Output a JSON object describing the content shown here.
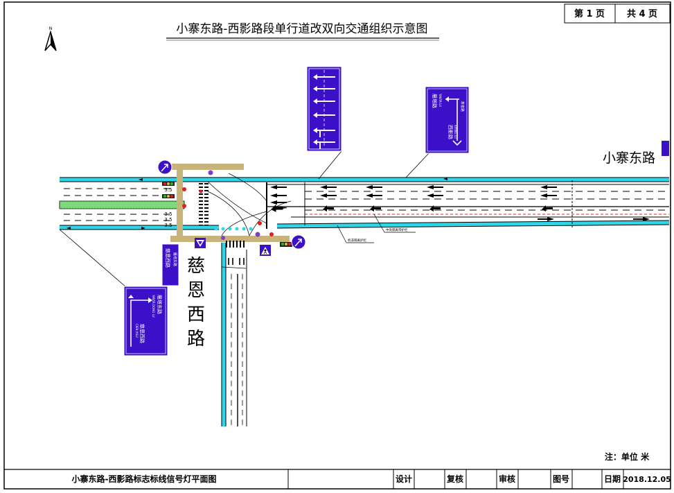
{
  "header": {
    "title": "小寨东路-西影路段单行道改双向交通组织示意图",
    "page_label": "第 1 页",
    "total_label": "共 4 页",
    "north": "N"
  },
  "roads": {
    "main_road": "小寨东路",
    "side_road_chars": [
      "慈",
      "恩",
      "西",
      "路"
    ]
  },
  "lanes": {
    "width_labels": [
      "3.5",
      "3.5",
      "3.5",
      "3.5"
    ]
  },
  "annotations": {
    "median_guardrail": "中央隔离带护栏",
    "nonmotor_guardrail": "机非隔离护栏"
  },
  "signs": {
    "guide_sign_top": {
      "road_a": "雁塔路",
      "road_a_pinyin": "YANTA LU",
      "road_b": "西影路",
      "road_b_pinyin": "XIYING LU",
      "road_c": "朱雀路"
    },
    "guide_sign_bottom": {
      "road_a": "雁塔东路",
      "road_a_pinyin": "YANTA DONG LU",
      "road_b": "慈恩西路",
      "road_b_pinyin": "CIEN XILU"
    },
    "small_sign": {
      "road": "慈恩西路",
      "road2": "雁塔东路"
    }
  },
  "note": "注：单位 米",
  "title_block": {
    "drawing_name": "小寨东路-西影路标志标线信号灯平面图",
    "design": "设计",
    "review": "复核",
    "audit": "审核",
    "drawing_no": "图号",
    "date_label": "日期",
    "date": "2018.12.05"
  },
  "colors": {
    "sign_blue": "#3c10c8",
    "water_cyan": "#2fd6e8",
    "median_green": "#7dd97d",
    "yellow_frame": "#c8b47a",
    "signal_red": "#e02020",
    "marking": "#111111"
  }
}
